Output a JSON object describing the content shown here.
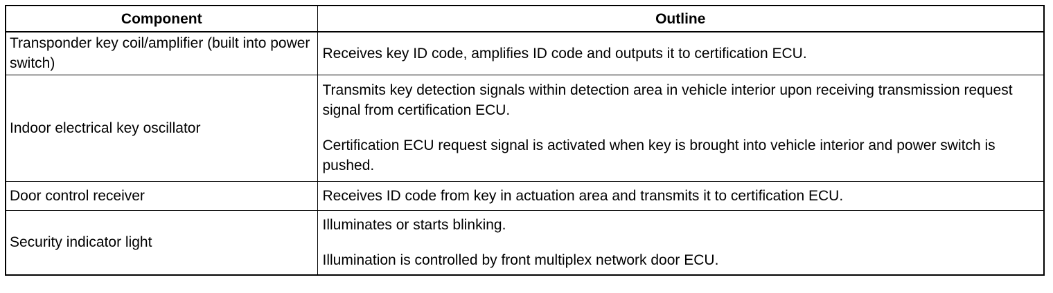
{
  "table": {
    "headers": {
      "component": "Component",
      "outline": "Outline"
    },
    "rows": [
      {
        "component": "Transponder key coil/amplifier (built into power switch)",
        "outline": [
          "Receives key ID code, amplifies ID code and outputs it to certification ECU."
        ]
      },
      {
        "component": "Indoor electrical key oscillator",
        "outline": [
          "Transmits key detection signals within detection area in vehicle interior upon receiving transmission request signal from certification ECU.",
          "Certification ECU request signal is activated when key is brought into vehicle interior and power switch is pushed."
        ]
      },
      {
        "component": "Door control receiver",
        "outline": [
          "Receives ID code from key in actuation area and transmits it to certification ECU."
        ]
      },
      {
        "component": "Security indicator light",
        "outline": [
          "Illuminates or starts blinking.",
          "Illumination is controlled by front multiplex network door ECU."
        ]
      }
    ]
  }
}
